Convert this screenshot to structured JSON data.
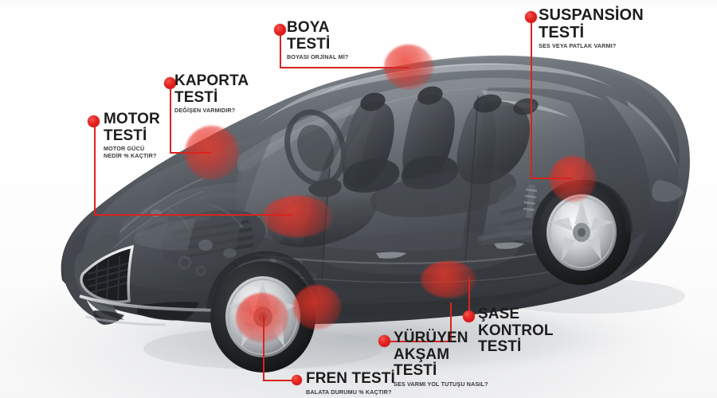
{
  "diagram": {
    "subject": "car-inspection-points",
    "accent_color": "#e5201f",
    "hotspot_color": "#e72f24",
    "background_color": "#ffffff",
    "car_color": "#4a4d52"
  },
  "callouts": [
    {
      "id": "motor",
      "title": "MOTOR\nTESTİ",
      "sub": "MOTOR GÜCÜ\nNEDİR % KAÇTIR?"
    },
    {
      "id": "kaporta",
      "title": "KAPORTA\nTESTİ",
      "sub": "DEĞİŞEN VARMIDIR?"
    },
    {
      "id": "boya",
      "title": "BOYA\nTESTİ",
      "sub": "BOYASI ORJİNAL Mİ?"
    },
    {
      "id": "suspansion",
      "title": "SUSPANSİON\nTESTİ",
      "sub": "SES VEYA PATLAK VARMI?"
    },
    {
      "id": "sase",
      "title": "ŞASE\nKONTROL\nTESTİ",
      "sub": ""
    },
    {
      "id": "yuruyen",
      "title": "YÜRÜYEN\nAKŞAM\nTESTİ",
      "sub": "SES VARMI YOL TUTUŞU NASIL?"
    },
    {
      "id": "fren",
      "title": "FREN TESTİ",
      "sub": "BALATA DURUMU % KAÇTIR?"
    }
  ]
}
